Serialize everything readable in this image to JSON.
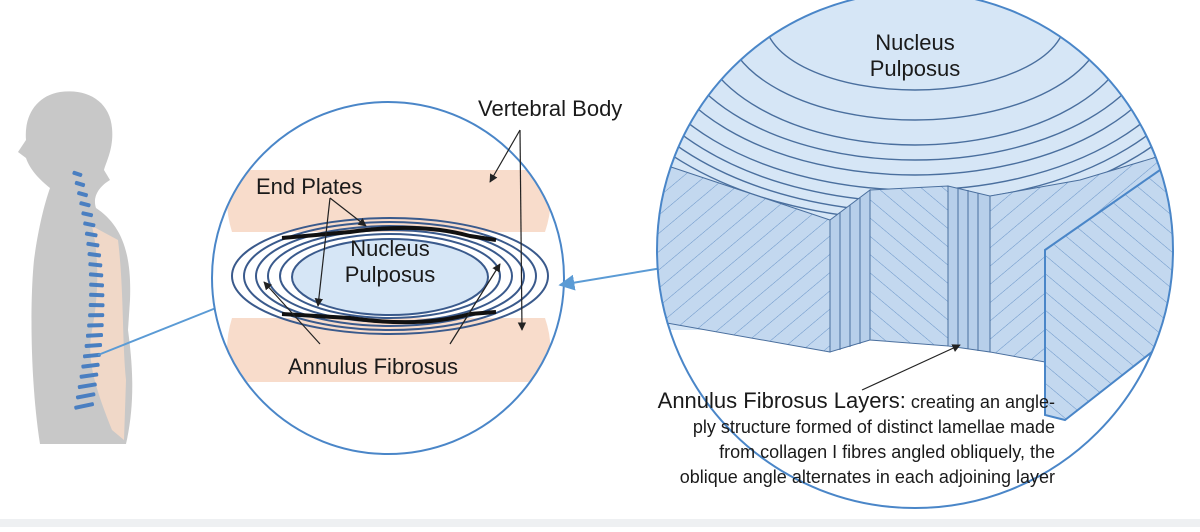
{
  "labels": {
    "vertebral_body": "Vertebral Body",
    "end_plates": "End Plates",
    "nucleus_left_1": "Nucleus",
    "nucleus_left_2": "Pulposus",
    "annulus_fibrosus": "Annulus Fibrosus",
    "nucleus_right_1": "Nucleus",
    "nucleus_right_2": "Pulposus"
  },
  "caption": {
    "title": "Annulus Fibrosus Layers:",
    "line1": "creating an angle-",
    "line2": "ply structure formed of distinct lamellae made",
    "line3": "from collagen I fibres angled obliquely, the",
    "line4": "oblique angle alternates in each adjoining layer"
  },
  "colors": {
    "body_silhouette": "#c8c8c8",
    "spine_segment": "#4a7fc1",
    "disc_tissue": "#f8dccb",
    "fibrosus_ring": "#3a5a8c",
    "nucleus_fill": "#d6e6f6",
    "wedge_fill": "#c3d8ef",
    "outline": "#4a86c8",
    "connector": "#5b9bd5"
  }
}
